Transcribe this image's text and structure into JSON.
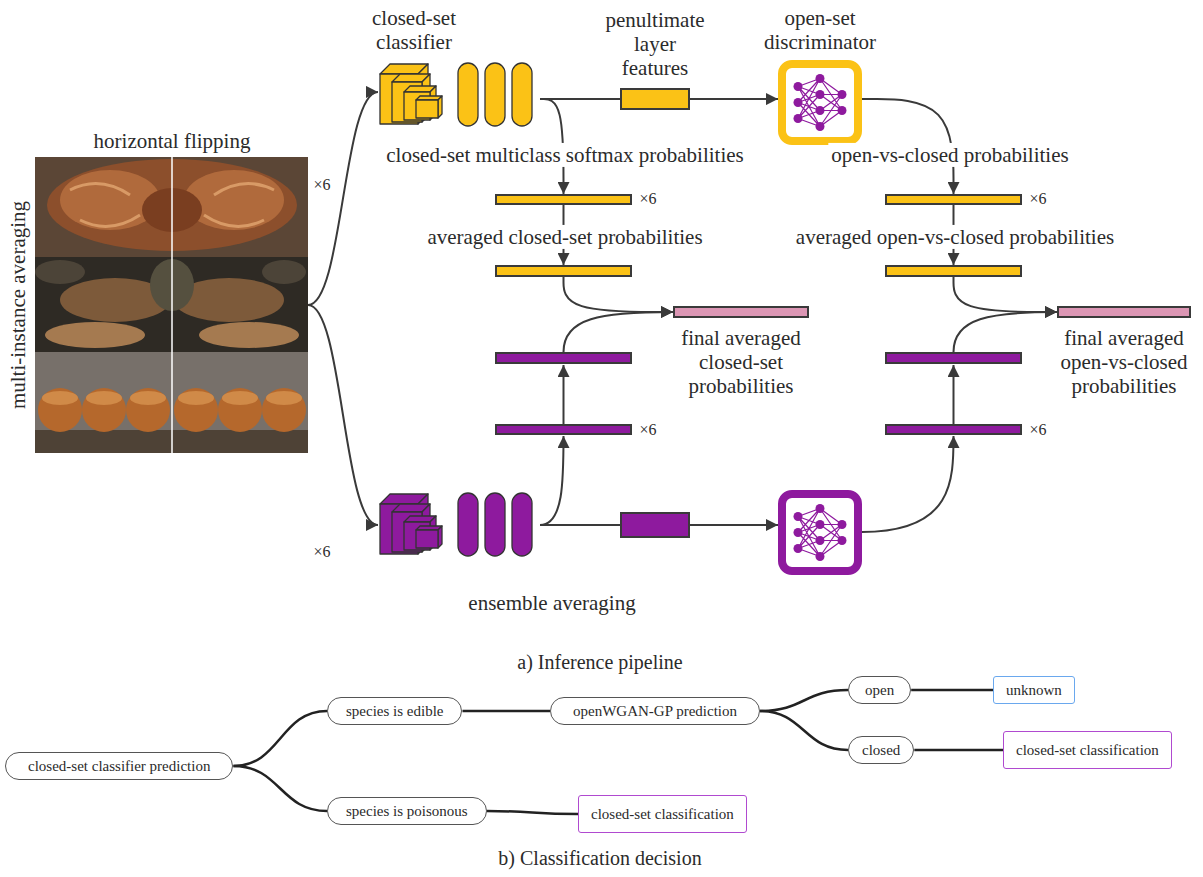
{
  "diagram": {
    "nodes": [
      {
        "text": [
          "horizontal flipping",
          "multi-instance averaging"
        ]
      },
      {
        "text": [
          "closed-set classifier"
        ]
      },
      {
        "text": [
          "penultimate layer features"
        ]
      },
      {
        "text": [
          "open-set discriminator"
        ]
      },
      {
        "text": [
          "closed-set multiclass softmax probabilities",
          "×6"
        ]
      },
      {
        "text": [
          "open-vs-closed probabilities",
          "×6"
        ]
      },
      {
        "text": [
          "averaged closed-set probabilities"
        ]
      },
      {
        "text": [
          "averaged open-vs-closed probabilities"
        ]
      },
      {
        "text": [
          "final averaged closed-set probabilities"
        ]
      },
      {
        "text": [
          "final averaged open-vs-closed probabilities"
        ]
      },
      {
        "text": [
          "×6"
        ]
      },
      {
        "text": [
          "×6"
        ]
      },
      {
        "text": [
          "closed-set classifier prediction"
        ]
      },
      {
        "text": [
          "species is edible"
        ]
      },
      {
        "text": [
          "openWGAN-GP prediction"
        ]
      },
      {
        "text": [
          "open"
        ]
      },
      {
        "text": [
          "unknown"
        ]
      },
      {
        "text": [
          "closed"
        ]
      },
      {
        "text": [
          "closed-set classification"
        ]
      },
      {
        "text": [
          "species is poisonous"
        ]
      },
      {
        "text": [
          "closed-set classification"
        ]
      }
    ],
    "edges": [
      {
        "from": 0,
        "to": 1,
        "arrow": "to"
      },
      {
        "from": 1,
        "to": 2,
        "arrow": "none"
      },
      {
        "from": 2,
        "to": 3,
        "arrow": "to"
      },
      {
        "from": 1,
        "to": 4,
        "arrow": "to"
      },
      {
        "from": 3,
        "to": 5,
        "arrow": "to"
      },
      {
        "from": 4,
        "to": 6,
        "arrow": "to"
      },
      {
        "from": 5,
        "to": 7,
        "arrow": "to"
      },
      {
        "from": 6,
        "to": 8,
        "arrow": "to"
      },
      {
        "from": 7,
        "to": 9,
        "arrow": "to"
      },
      {
        "from": 12,
        "to": 13,
        "arrow": "none"
      },
      {
        "from": 12,
        "to": 19,
        "arrow": "none"
      },
      {
        "from": 13,
        "to": 14,
        "arrow": "none"
      },
      {
        "from": 14,
        "to": 15,
        "arrow": "none"
      },
      {
        "from": 14,
        "to": 17,
        "arrow": "none"
      },
      {
        "from": 15,
        "to": 16,
        "arrow": "none"
      },
      {
        "from": 17,
        "to": 18,
        "arrow": "none"
      },
      {
        "from": 19,
        "to": 20,
        "arrow": "none"
      }
    ],
    "labels": [
      "×6",
      "×6",
      "ensemble averaging",
      "a) Inference pipeline",
      "b) Classification decision"
    ]
  }
}
